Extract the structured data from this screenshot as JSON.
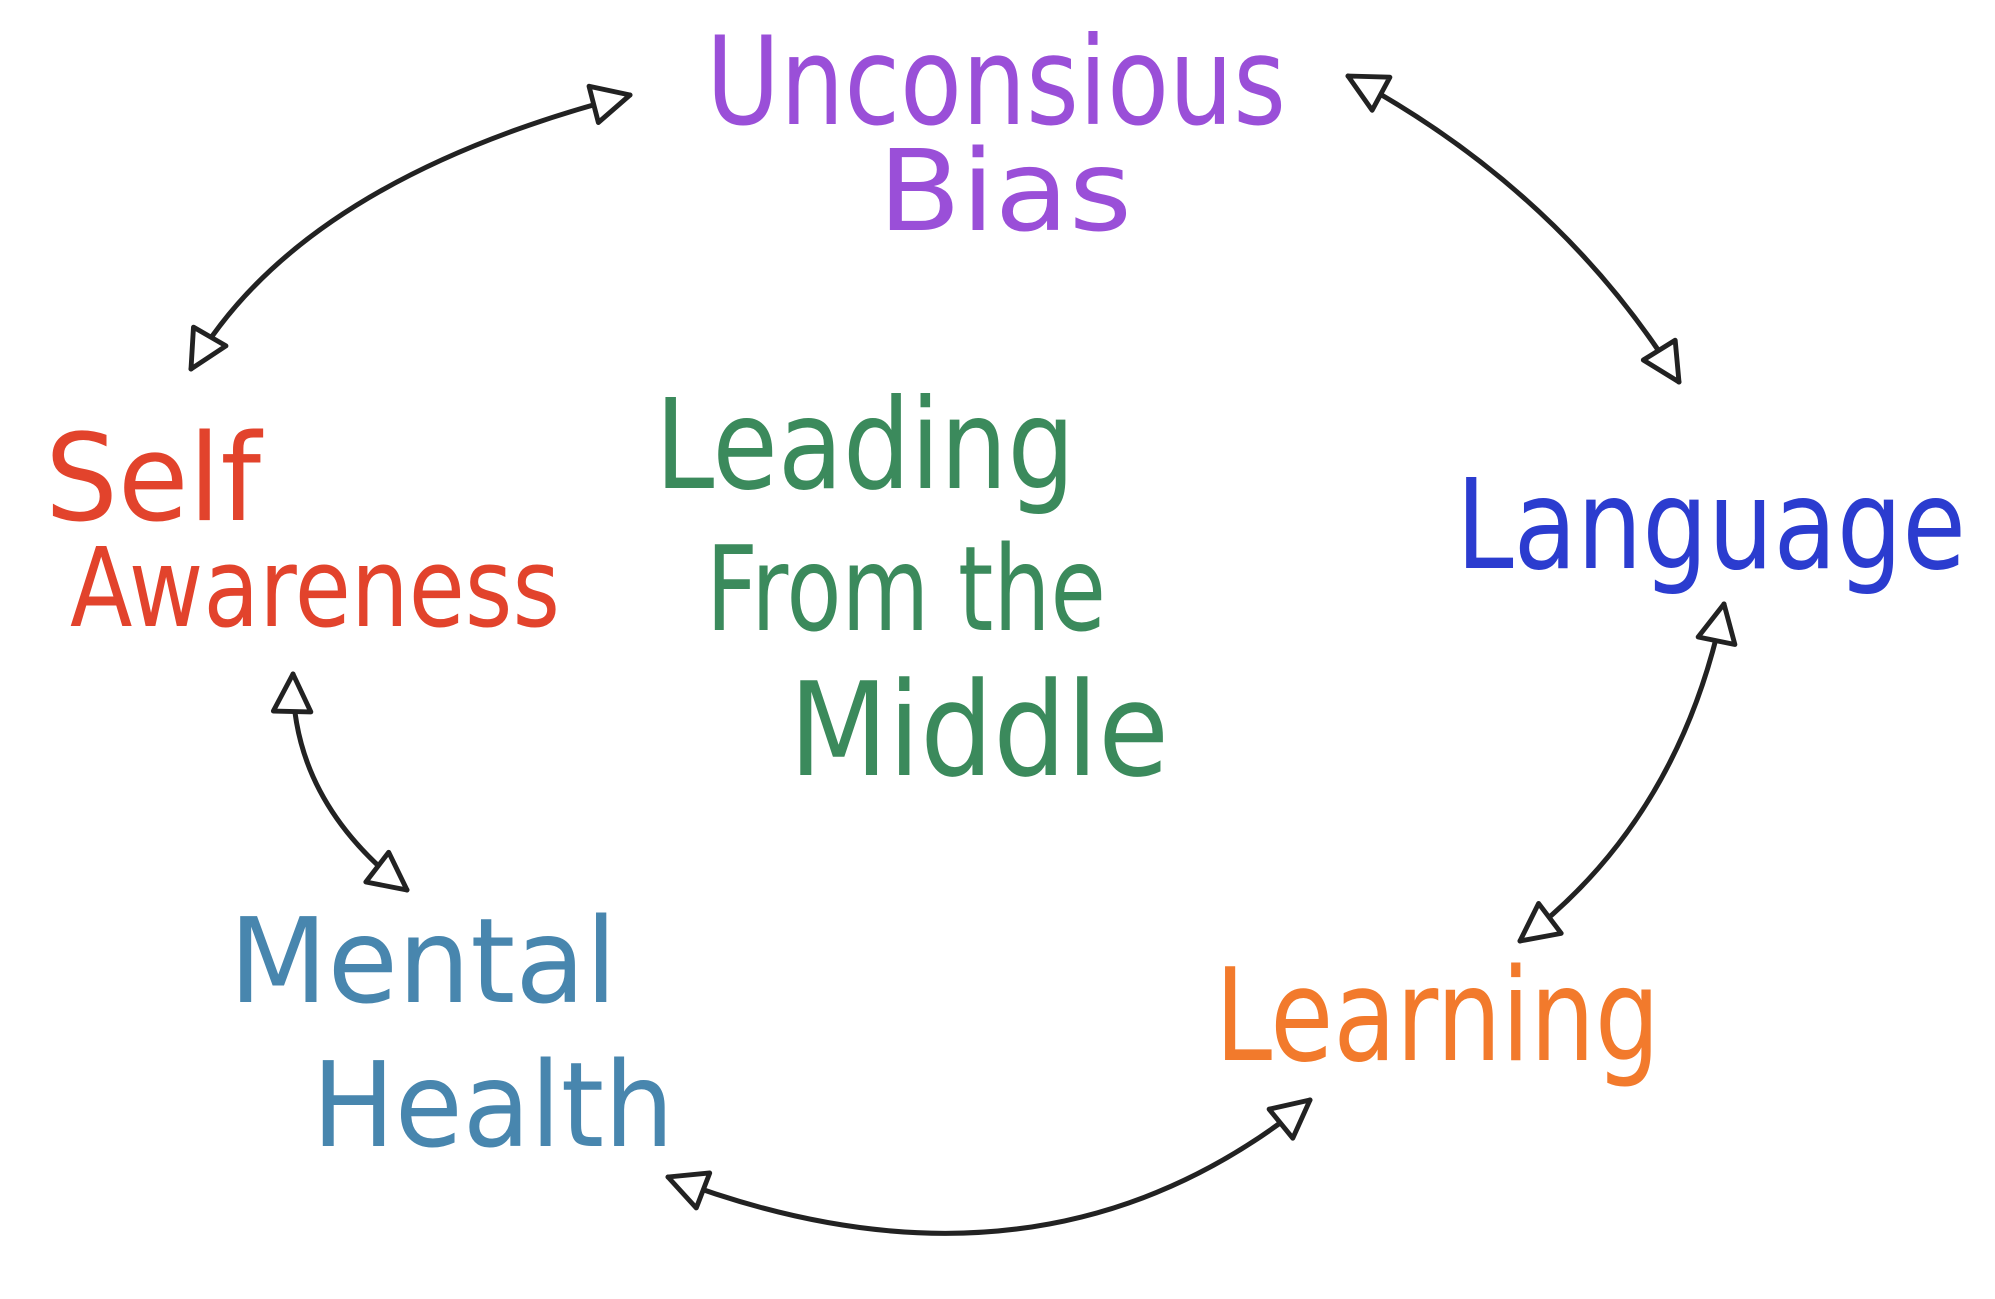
{
  "diagram": {
    "center": {
      "lines": [
        "Leading",
        "From the",
        "Middle"
      ],
      "color": "#3b8a5c"
    },
    "nodes": [
      {
        "id": "unconscious-bias",
        "lines": [
          "Unconsious",
          "Bias"
        ],
        "color": "#9a4fd8"
      },
      {
        "id": "language",
        "lines": [
          "Language"
        ],
        "color": "#2b3ccf"
      },
      {
        "id": "learning",
        "lines": [
          "Learning"
        ],
        "color": "#f27a2c"
      },
      {
        "id": "mental-health",
        "lines": [
          "Mental",
          "Health"
        ],
        "color": "#4886ae"
      },
      {
        "id": "self-awareness",
        "lines": [
          "Self",
          "Awareness"
        ],
        "color": "#e2432c"
      }
    ],
    "edges": [
      {
        "from": "self-awareness",
        "to": "unconscious-bias",
        "direction": "both"
      },
      {
        "from": "unconscious-bias",
        "to": "language",
        "direction": "both"
      },
      {
        "from": "language",
        "to": "learning",
        "direction": "both"
      },
      {
        "from": "learning",
        "to": "mental-health",
        "direction": "both"
      },
      {
        "from": "mental-health",
        "to": "self-awareness",
        "direction": "both"
      }
    ],
    "arrow_color": "#222222"
  }
}
